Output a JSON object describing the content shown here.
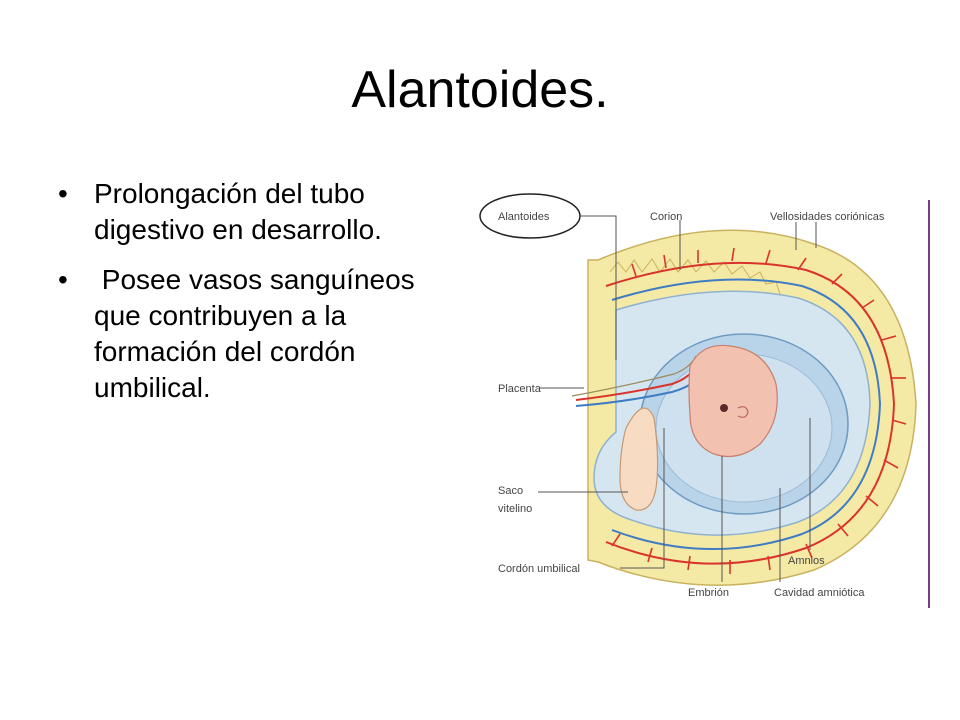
{
  "slide": {
    "title": "Alantoides.",
    "bullets": [
      "Prolongación del tubo digestivo en desarrollo.",
      " Posee vasos sanguíneos que contribuyen a la formación del cordón umbilical."
    ],
    "bullet_glyph": "•"
  },
  "figure": {
    "labels": {
      "alantoides": "Alantoides",
      "corion": "Corion",
      "vellosidades": "Vellosidades coriónicas",
      "placenta": "Placenta",
      "saco_1": "Saco",
      "saco_2": "vitelino",
      "cordon": "Cordón umbilical",
      "embrion": "Embrión",
      "amnios": "Amnios",
      "cavidad": "Cavidad amniótica"
    },
    "colors": {
      "chorion": "#f5e9a6",
      "chorion_stroke": "#c9b25e",
      "artery": "#d9342b",
      "vein": "#3f7cc4",
      "cavity": "#d6e6f1",
      "amnion": "#b9d3e8",
      "embryo": "#f2c1b0",
      "yolk": "#f7dcc3",
      "frame_line": "#7a3b8f"
    }
  }
}
